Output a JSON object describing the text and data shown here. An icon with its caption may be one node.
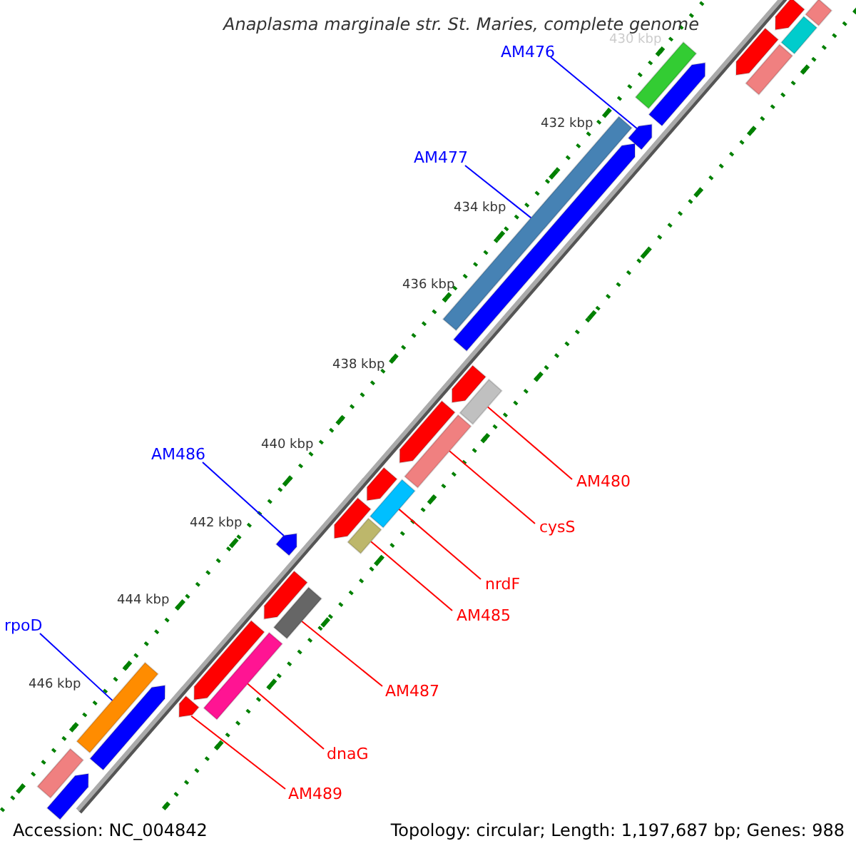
{
  "diagram": {
    "title": "Anaplasma marginale str. St. Maries, complete genome",
    "nodes": [
      {
        "text": [
          "AM476"
        ]
      },
      {
        "text": [
          "AM477"
        ]
      },
      {
        "text": [
          "AM486"
        ]
      },
      {
        "text": [
          "AM480"
        ]
      },
      {
        "text": [
          "cysS"
        ]
      },
      {
        "text": [
          "nrdF"
        ]
      },
      {
        "text": [
          "AM485"
        ]
      },
      {
        "text": [
          "rpoD"
        ]
      },
      {
        "text": [
          "AM487"
        ]
      },
      {
        "text": [
          "dnaG"
        ]
      },
      {
        "text": [
          "AM489"
        ]
      },
      {
        "text": [],
        "shape": "arrow"
      },
      {
        "text": [],
        "shape": "bar"
      },
      {
        "text": [],
        "shape": "arrow"
      },
      {
        "text": [],
        "shape": "bar"
      },
      {
        "text": [],
        "shape": "bar"
      },
      {
        "text": [],
        "shape": "bar"
      },
      {
        "text": [],
        "shape": "bar"
      },
      {
        "text": [],
        "shape": "bar"
      },
      {
        "text": [],
        "shape": "bar"
      },
      {
        "text": [],
        "shape": "bar"
      },
      {
        "text": [],
        "shape": "arrow"
      },
      {
        "text": [],
        "shape": "bar"
      },
      {
        "text": [],
        "shape": "arrow"
      },
      {
        "text": [],
        "shape": "arrow"
      },
      {
        "text": [],
        "shape": "arrow"
      },
      {
        "text": [],
        "shape": "bar"
      },
      {
        "text": [],
        "shape": "arrow"
      },
      {
        "text": [],
        "shape": "arrow"
      },
      {
        "text": [],
        "shape": "arrow"
      },
      {
        "text": [],
        "shape": "bar"
      },
      {
        "text": [],
        "shape": "bar"
      },
      {
        "text": [],
        "shape": "bar"
      },
      {
        "text": [],
        "shape": "arrow"
      },
      {
        "text": [],
        "shape": "arrow"
      },
      {
        "text": [],
        "shape": "arrow"
      },
      {
        "text": [],
        "shape": "arrow"
      },
      {
        "text": [],
        "shape": "arrow"
      },
      {
        "text": [],
        "shape": "arrow"
      }
    ],
    "edges": [
      {
        "from": 0,
        "to": 11,
        "arrow": "none",
        "color": "#0000ff"
      },
      {
        "from": 1,
        "to": 12,
        "arrow": "none",
        "color": "#0000ff"
      },
      {
        "from": 2,
        "to": 13,
        "arrow": "none",
        "color": "#0000ff"
      },
      {
        "from": 3,
        "to": 14,
        "arrow": "none"
      },
      {
        "from": 4,
        "to": 15,
        "arrow": "none"
      },
      {
        "from": 5,
        "to": 16,
        "arrow": "none"
      },
      {
        "from": 6,
        "to": 17,
        "arrow": "none"
      },
      {
        "from": 7,
        "to": 18,
        "arrow": "none",
        "color": "#0000ff"
      },
      {
        "from": 8,
        "to": 19,
        "arrow": "none"
      },
      {
        "from": 9,
        "to": 20,
        "arrow": "none"
      },
      {
        "from": 10,
        "to": 21,
        "arrow": "none"
      }
    ],
    "labels": [
      "430 kbp",
      "432 kbp",
      "434 kbp",
      "436 kbp",
      "438 kbp",
      "440 kbp",
      "442 kbp",
      "444 kbp",
      "446 kbp",
      "Accession: NC_004842",
      "Topology: circular; Length: 1,197,687 bp; Genes: 988"
    ]
  }
}
